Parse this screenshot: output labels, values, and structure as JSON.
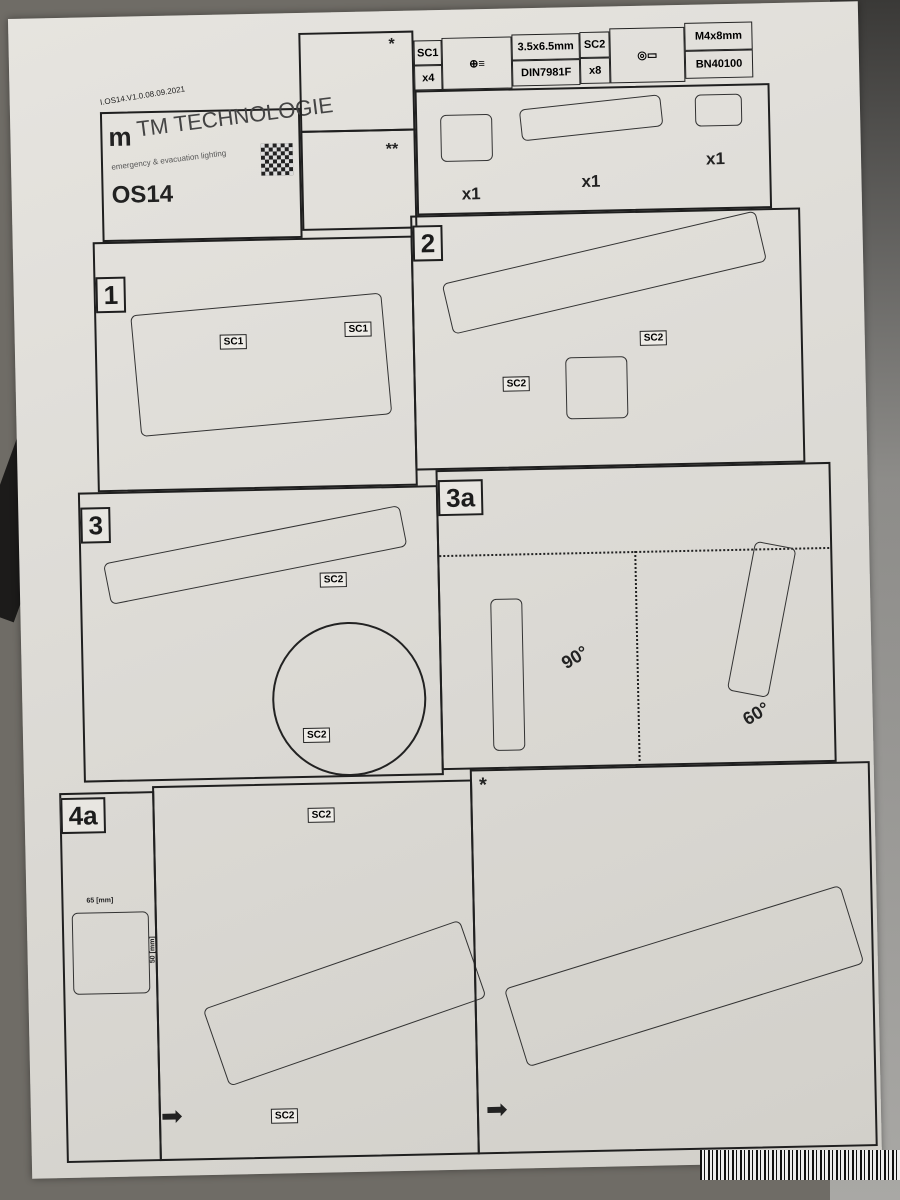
{
  "header": {
    "doc_code": "I.OS14.V1.0.08.09.2021",
    "brand": "TM TECHNOLOGIE",
    "tagline": "emergency & evacuation lighting",
    "model": "OS14",
    "variant_single": "*",
    "variant_double": "**"
  },
  "hardware": {
    "sc1_label": "SC1",
    "sc1_qty": "x4",
    "sc1_size": "3.5x6.5mm",
    "sc1_std": "DIN7981F",
    "sc2_label": "SC2",
    "sc2_qty": "x8",
    "sc2_size": "M4x8mm",
    "sc2_std": "BN40100",
    "parts_qty": [
      "x1",
      "x1",
      "x1"
    ]
  },
  "steps": {
    "s1": "1",
    "s2": "2",
    "s3": "3",
    "s3a": "3a",
    "s4a": "4a",
    "star": "*",
    "angle_90": "90°",
    "angle_60": "60°",
    "dim_w": "65 [mm]",
    "dim_h": "50 [mm]",
    "screw_tags": [
      "SC1",
      "SC1",
      "SC2",
      "SC2",
      "SC2",
      "SC2",
      "SC2",
      "SC2"
    ]
  }
}
